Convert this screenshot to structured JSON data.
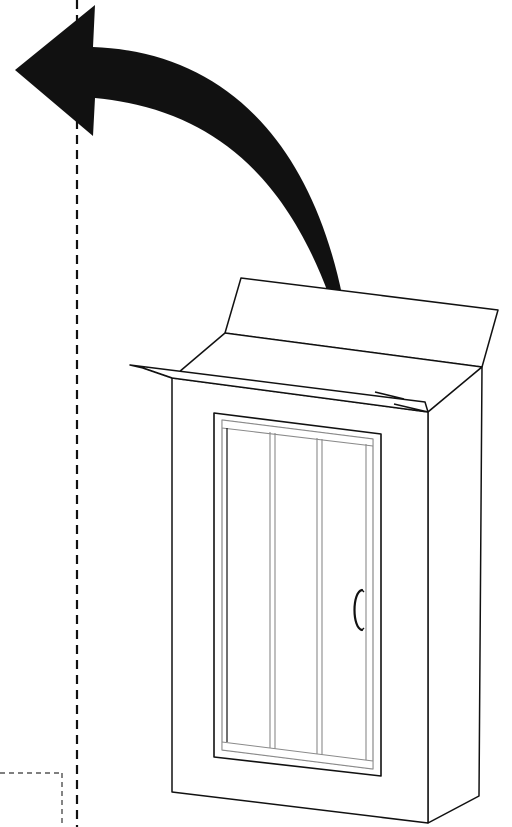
{
  "figure": {
    "kind": "instruction-illustration",
    "icons": [
      "dashed-guide-line",
      "curved-arrow-icon",
      "open-box",
      "shower-door-panel",
      "door-handle-icon"
    ],
    "colors": {
      "background": "#ffffff",
      "ink": "#111111",
      "frame_gray": "#8a8a8a"
    }
  }
}
